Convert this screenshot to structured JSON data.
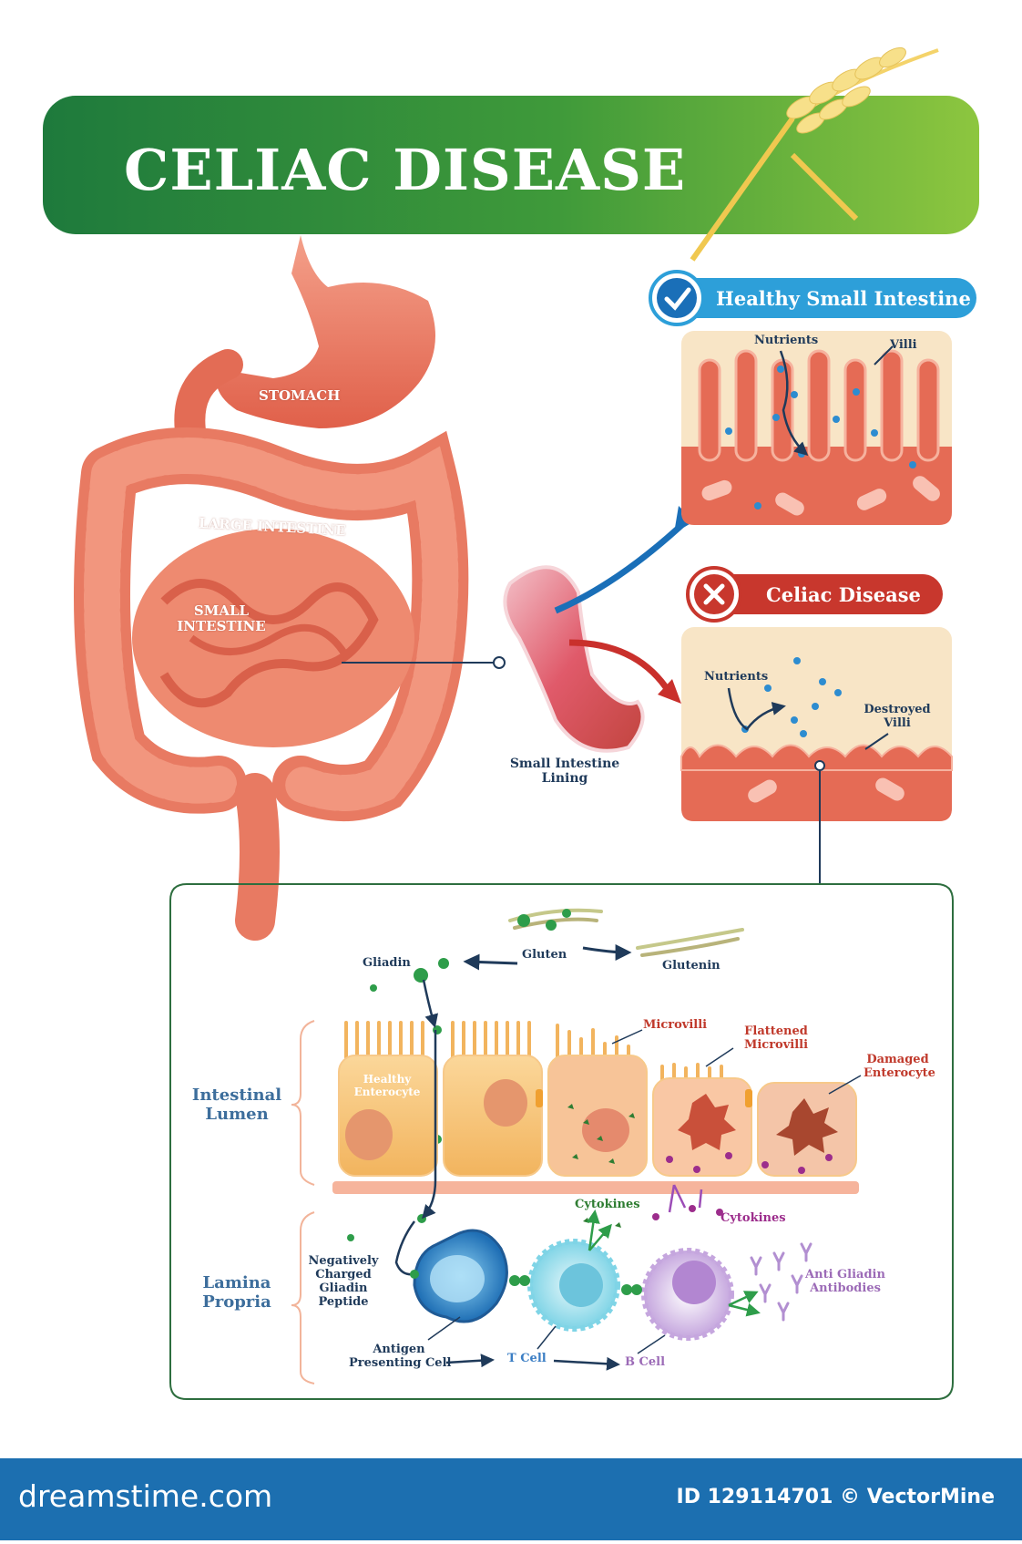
{
  "title": "CELIAC DISEASE",
  "panels": {
    "healthy_title": "Healthy Small Intestine",
    "celiac_title": "Celiac Disease"
  },
  "organs": {
    "stomach": "STOMACH",
    "large_intestine": "LARGE INTESTINE",
    "small_intestine": [
      "SMALL",
      "INTESTINE"
    ]
  },
  "lining_label": [
    "Small Intestine",
    "Lining"
  ],
  "healthy_labels": {
    "nutrients": "Nutrients",
    "villi": "Villi"
  },
  "celiac_labels": {
    "nutrients": "Nutrients",
    "destroyed_villi": [
      "Destroyed",
      "Villi"
    ]
  },
  "detail": {
    "gliadin": "Gliadin",
    "gluten": "Gluten",
    "glutenin": "Glutenin",
    "healthy_enterocyte": [
      "Healthy",
      "Enterocyte"
    ],
    "microvilli": "Microvilli",
    "flattened_microvilli": [
      "Flattened",
      "Microvilli"
    ],
    "damaged_enterocyte": [
      "Damaged",
      "Enterocyte"
    ],
    "intestinal_lumen": [
      "Intestinal",
      "Lumen"
    ],
    "lamina_propria": [
      "Lamina",
      "Propria"
    ],
    "cytokines_green": "Cytokines",
    "cytokines_purple": "Cytokines",
    "negatively_charged": [
      "Negatively",
      "Charged",
      "Gliadin",
      "Peptide"
    ],
    "anti_gliadin": [
      "Anti Gliadin",
      "Antibodies"
    ],
    "antigen_presenting": [
      "Antigen",
      "Presenting Cell"
    ],
    "t_cell": "T Cell",
    "b_cell": "B Cell"
  },
  "footer": {
    "site": "dreamstime.com",
    "id": "ID 129114701 © VectorMine"
  },
  "colors": {
    "banner_dark": "#1e7a3c",
    "banner_light": "#8dc63f",
    "healthy_pill": "#2d9fd9",
    "celiac_pill": "#c8372d",
    "tissue": "#e8735a",
    "footer": "#1c6fb0"
  }
}
